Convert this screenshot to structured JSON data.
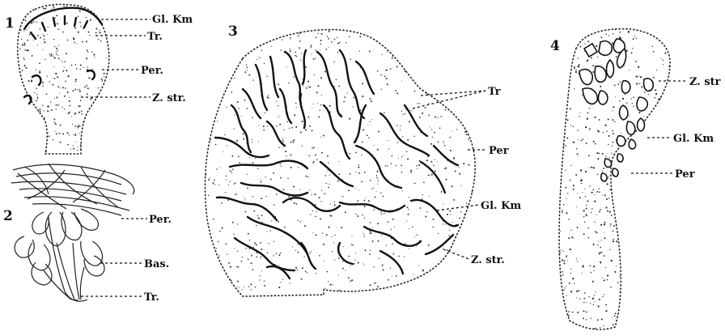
{
  "figures": [
    {
      "number": "1",
      "labels": [
        "Gl. Km",
        "Tr.",
        "Per.",
        "Z. str."
      ]
    },
    {
      "number": "2",
      "labels": [
        "Per.",
        "Bas.",
        "Tr."
      ]
    },
    {
      "number": "3",
      "labels": [
        "Tr",
        "Per",
        "Gl. Km",
        "Z. str."
      ]
    },
    {
      "number": "4",
      "labels": [
        "Z. str",
        "Gl. Km",
        "Per"
      ]
    }
  ]
}
